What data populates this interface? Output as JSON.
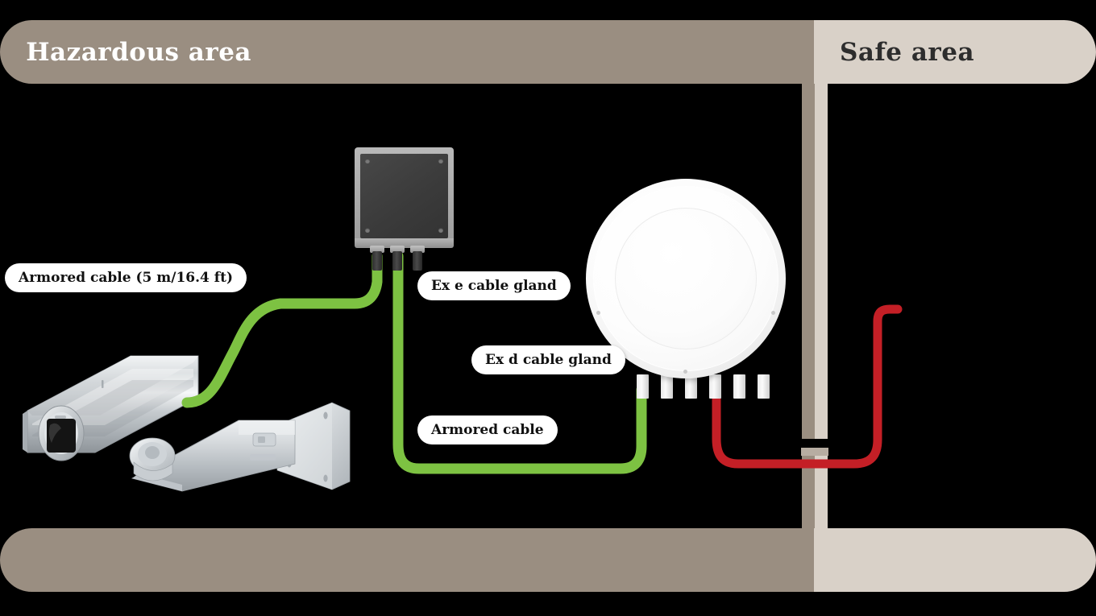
{
  "diagram": {
    "title": "Hazardous area / Safe area camera installation",
    "zones": {
      "hazardous": {
        "label": "Hazardous area",
        "band_color": "#9a8e81",
        "text_color": "#ffffff"
      },
      "safe": {
        "label": "Safe area",
        "band_color": "#d9d1c8",
        "text_color": "#2d2d2d"
      }
    },
    "callouts": [
      {
        "id": "armored-cable-5m",
        "label": "Armored cable (5 m/16.4 ft)"
      },
      {
        "id": "ex-e-cable-gland",
        "label": "Ex e cable gland"
      },
      {
        "id": "ex-d-cable-gland",
        "label": "Ex d cable gland"
      },
      {
        "id": "armored-cable",
        "label": "Armored cable"
      }
    ],
    "devices": [
      {
        "id": "camera",
        "name": "stainless-steel-bullet-camera",
        "body_color": "#c9ccce"
      },
      {
        "id": "wall-mount-bracket",
        "name": "wall-mount-bracket",
        "body_color": "#d4d7d9"
      },
      {
        "id": "junction-box",
        "name": "ex-e-junction-box",
        "face_color": "#3b3b3b",
        "frame_color": "#a8a8a8",
        "gland_count": 3
      },
      {
        "id": "exd-enclosure",
        "name": "ex-d-round-enclosure",
        "body_color": "#fbfbfb",
        "gland_count": 6
      }
    ],
    "cables": [
      {
        "id": "green-camera-to-jbox",
        "color": "#7dc242",
        "from": "camera",
        "to": "junction-box"
      },
      {
        "id": "green-jbox-to-exd",
        "color": "#7dc242",
        "from": "junction-box",
        "to": "exd-enclosure"
      },
      {
        "id": "red-exd-to-safe-area",
        "color": "#c41f26",
        "from": "exd-enclosure",
        "to": "safe-area"
      }
    ],
    "wall": {
      "id": "zone-divider-wall",
      "hazard_side_color": "#9a8e81",
      "safe_side_color": "#d9d1c8"
    }
  }
}
